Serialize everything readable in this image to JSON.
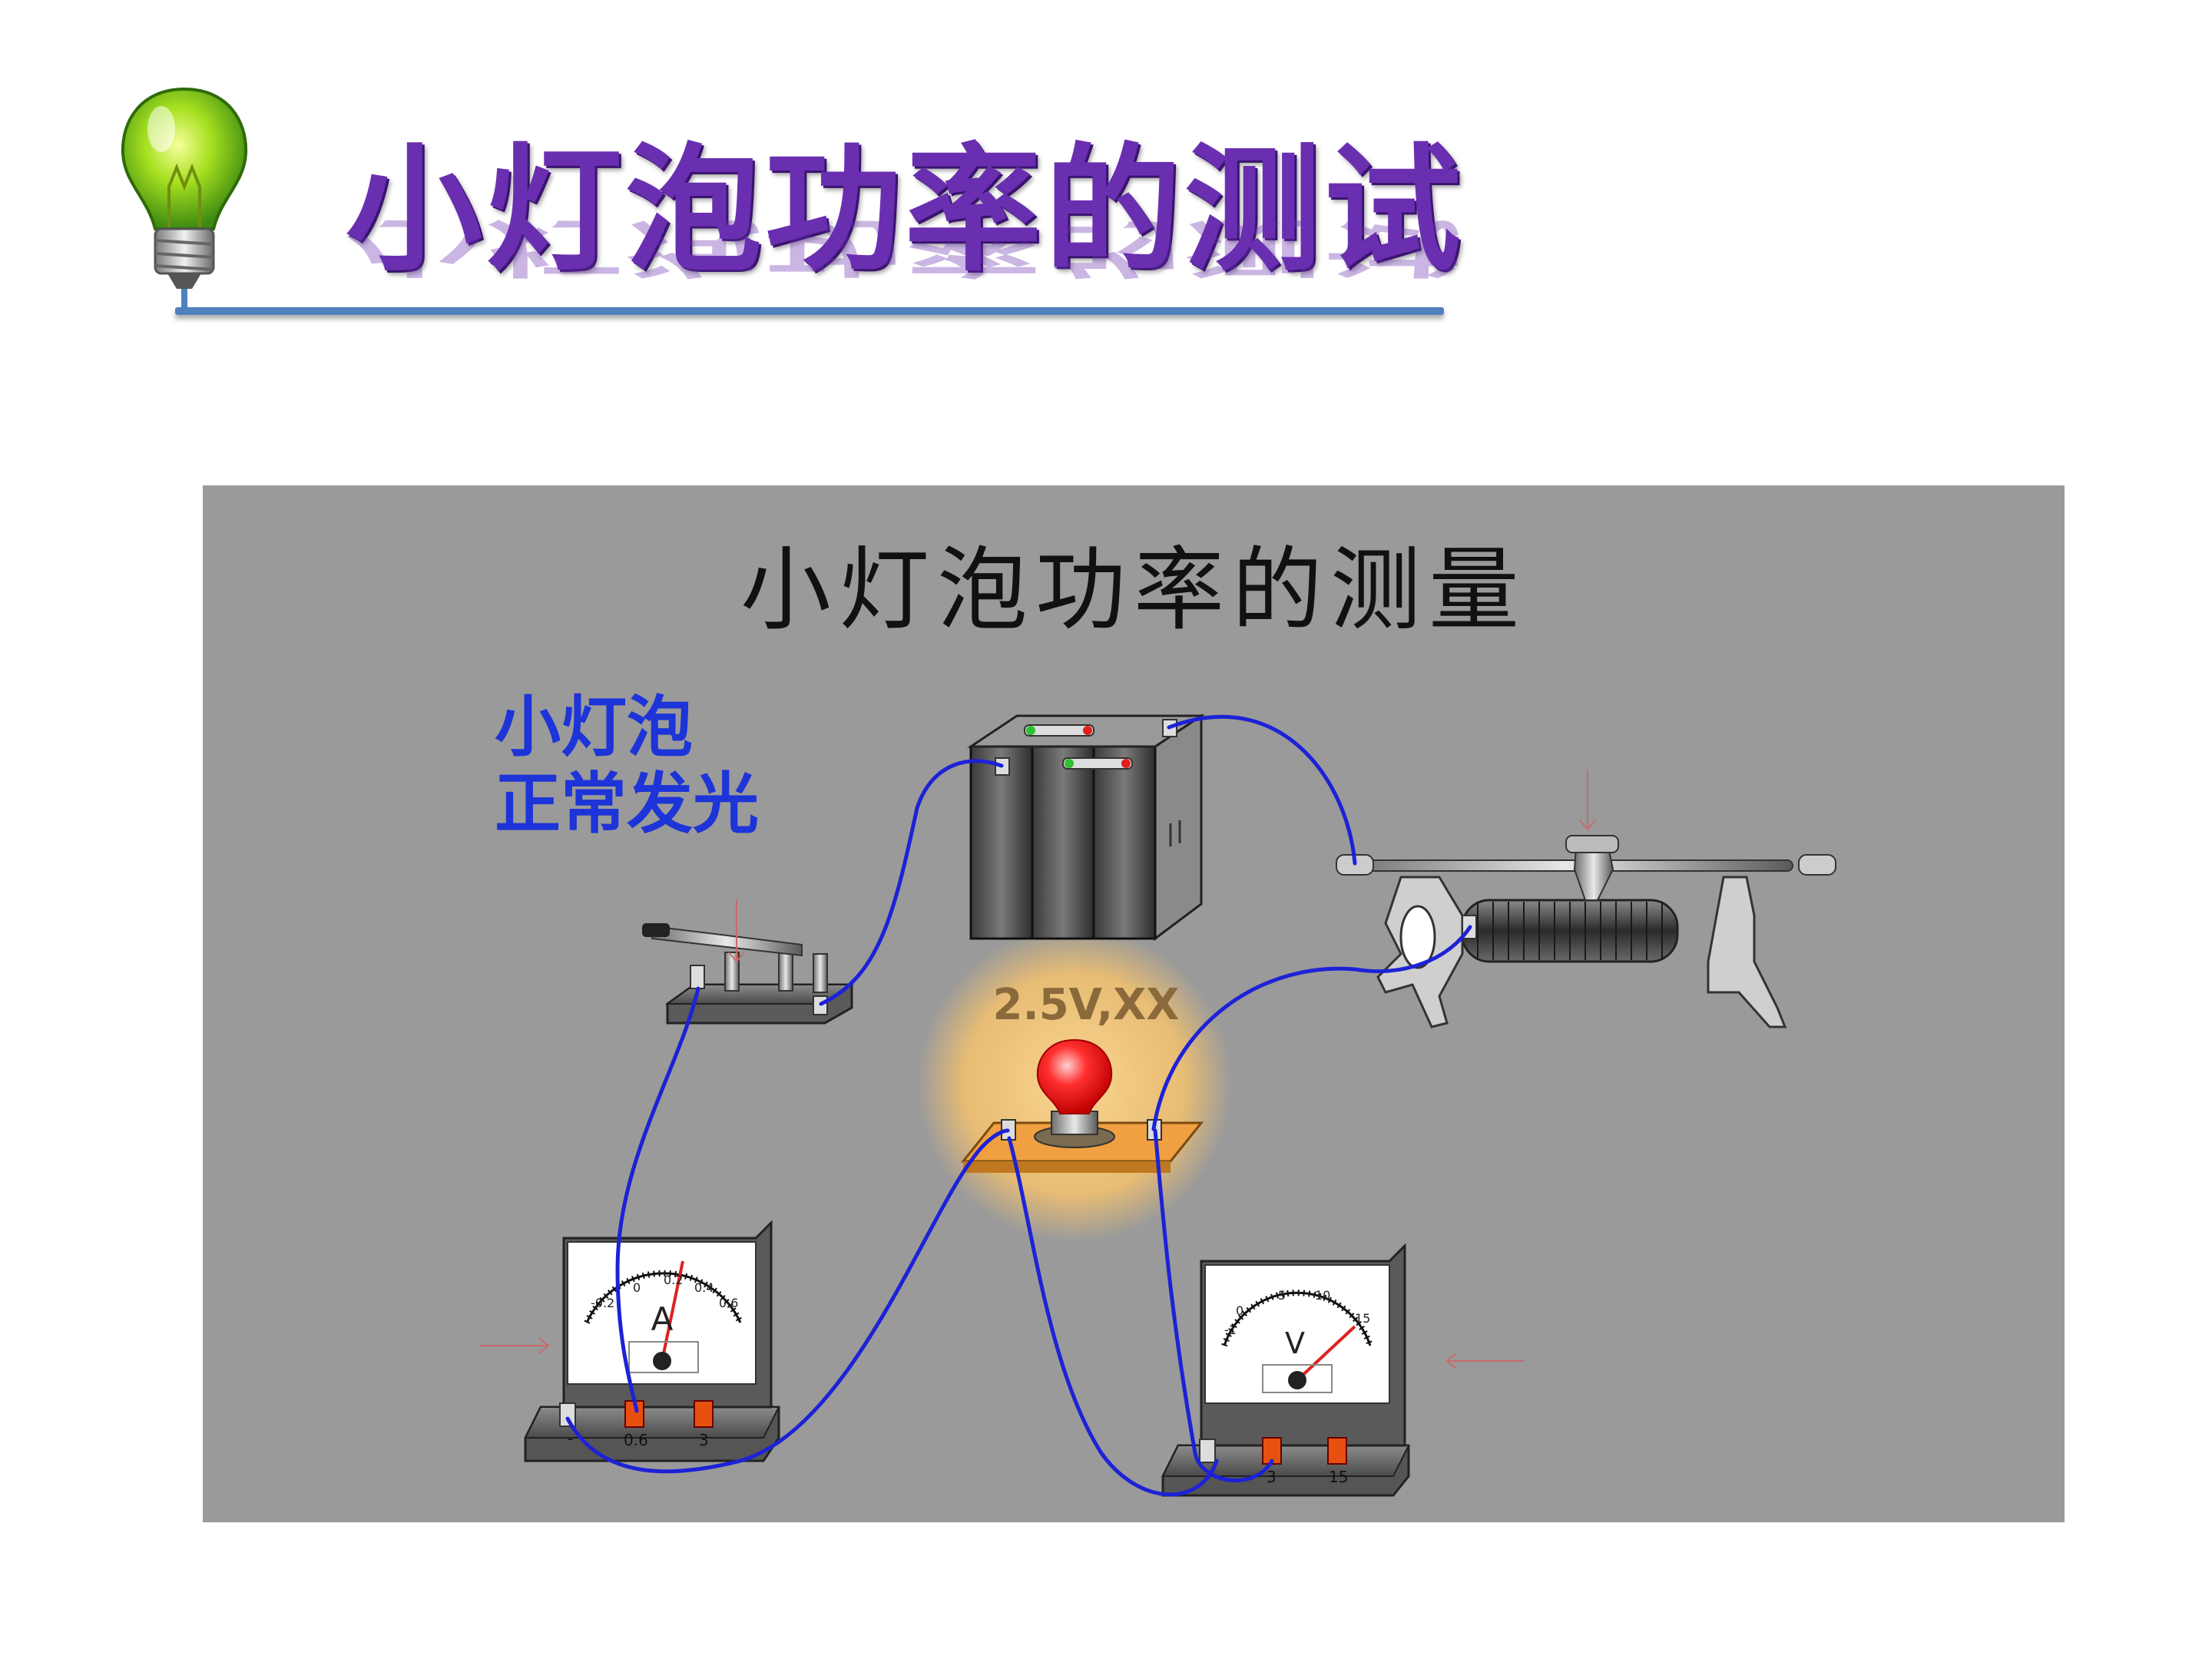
{
  "slide": {
    "title": "小灯泡功率的测试"
  },
  "panel": {
    "title": "小灯泡功率的测量",
    "status_lines": [
      "小灯泡",
      "正常发光"
    ],
    "bulb_rating": "2.5V,XX"
  },
  "ammeter": {
    "unit": "A",
    "scale_labels": [
      "0",
      "0.2",
      "0.4",
      "0.6",
      "-0.2"
    ],
    "terminal_labels": [
      "-",
      "0.6",
      "3"
    ]
  },
  "voltmeter": {
    "unit": "V",
    "scale_labels": [
      "0",
      "5",
      "10",
      "15",
      "-1"
    ],
    "terminal_labels": [
      "-",
      "3",
      "15"
    ]
  },
  "colors": {
    "title": "#6a2fb0",
    "accent_bar": "#4f81bd",
    "panel_bg": "#9a9a9a",
    "wire": "#1d22d6",
    "status_text": "#1c34d8",
    "bulb_glow": "#f0c070",
    "bulb": "#ff2020"
  },
  "icons": [
    "lightbulb-icon"
  ]
}
